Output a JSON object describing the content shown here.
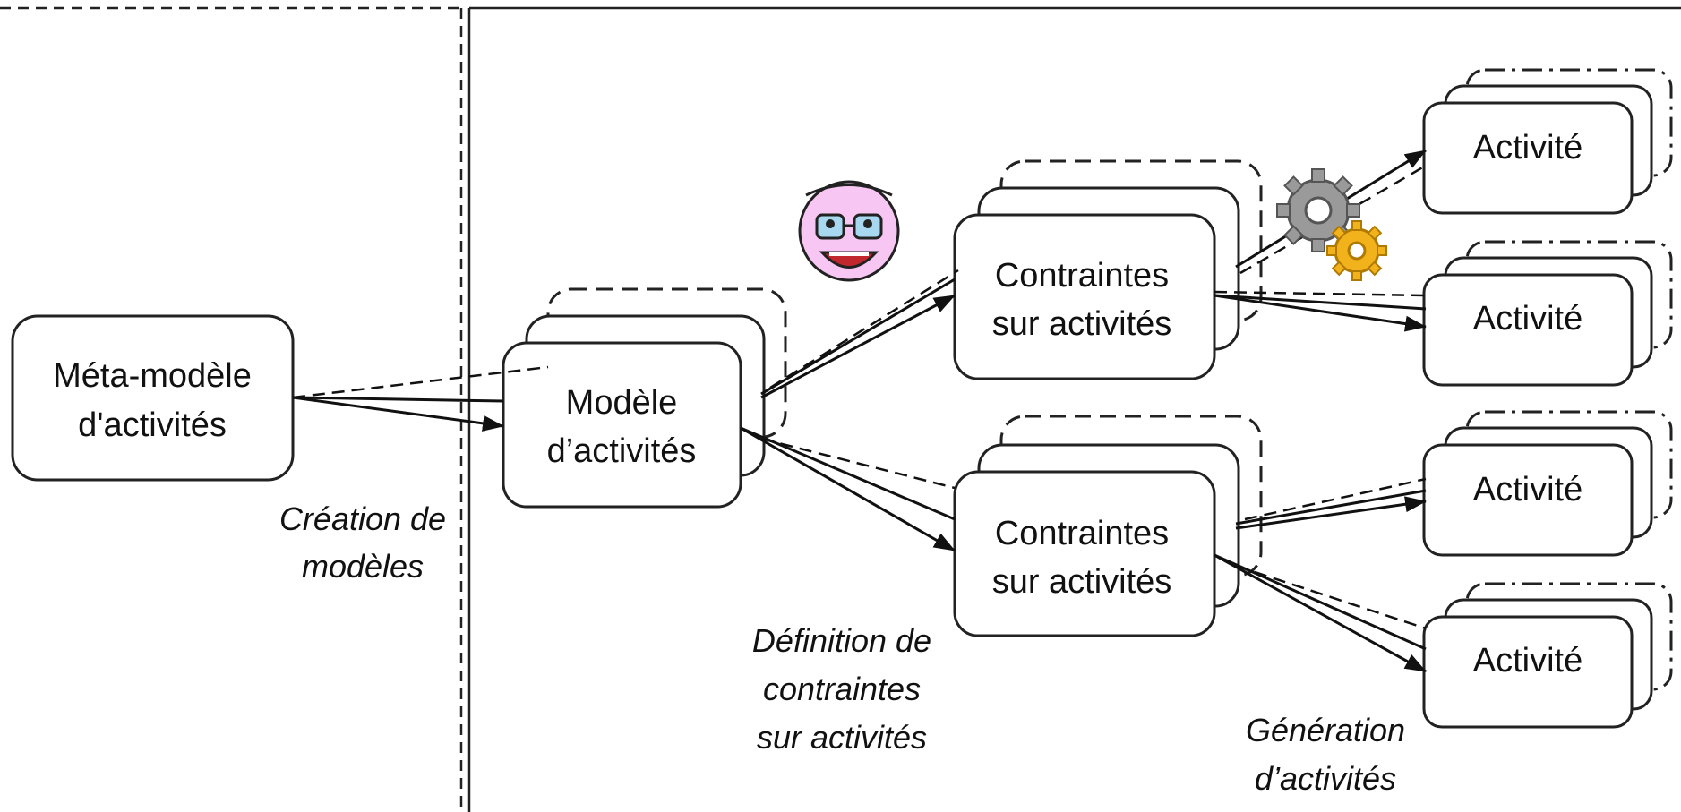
{
  "metamodel": {
    "line1": "Méta-modèle",
    "line2": "d'activités"
  },
  "model": {
    "line1": "Modèle",
    "line2": "d’activités"
  },
  "constraints_top": {
    "line1": "Contraintes",
    "line2": "sur activités"
  },
  "constraints_bottom": {
    "line1": "Contraintes",
    "line2": "sur activités"
  },
  "activities": [
    {
      "label": "Activité"
    },
    {
      "label": "Activité"
    },
    {
      "label": "Activité"
    },
    {
      "label": "Activité"
    }
  ],
  "captions": {
    "creation": {
      "line1": "Création de",
      "line2": "modèles"
    },
    "definition": {
      "line1": "Définition de",
      "line2": "contraintes",
      "line3": "sur activités"
    },
    "generation": {
      "line1": "Génération",
      "line2": "d’activités"
    }
  },
  "colors": {
    "stroke": "#222222",
    "face_skin": "#f7c6f2",
    "gear_gray": "#9a9a9a",
    "gear_yellow": "#f2b21c"
  }
}
